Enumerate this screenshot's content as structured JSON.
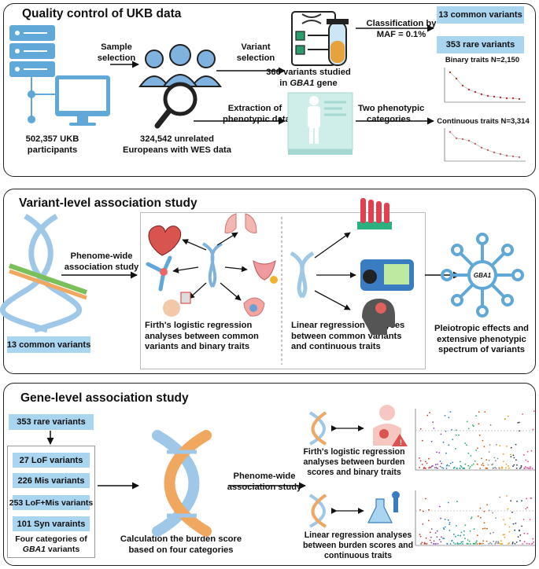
{
  "panel1": {
    "title": "Quality control of UKB data",
    "sample_selection": [
      "Sample",
      "selection"
    ],
    "ukb_participants": [
      "502,357 UKB",
      "participants"
    ],
    "unrelated_europeans": [
      "324,542 unrelated",
      "Europeans with WES data"
    ],
    "variant_selection": [
      "Variant",
      "selection"
    ],
    "variants_studied": "366  variants studied",
    "in_gene_prefix": "in ",
    "gene": "GBA1",
    "gene_suffix": " gene",
    "classification": [
      "Classification by",
      "MAF = 0.1%"
    ],
    "common_box": "13 common variants",
    "rare_box": "353 rare variants",
    "extraction": [
      "Extraction of",
      "phenotypic data"
    ],
    "two_categories": [
      "Two phenotypic",
      "categories"
    ],
    "binary_traits": "Binary traits N=2,150",
    "continuous_traits": "Continuous traits N=3,314"
  },
  "panel2": {
    "title": "Variant-level association study",
    "phewas": [
      "Phenome-wide",
      "association study"
    ],
    "common_box": "13 common variants",
    "firth_text": [
      "Firth's logistic regression",
      "analyses between common",
      "variants and binary traits"
    ],
    "linear_text": [
      "Linear regression analyses",
      "between common variants",
      "and continuous traits"
    ],
    "hub_label": "GBA1",
    "pleiotropic": [
      "Pleiotropic effects and",
      "extensive phenotypic",
      "spectrum of variants"
    ]
  },
  "panel3": {
    "title": "Gene-level association study",
    "rare_box": "353 rare variants",
    "categories": [
      "27 LoF variants",
      "226 Mis variants",
      "253 LoF+Mis variants",
      "101 Syn varaints"
    ],
    "four_categories": "Four categories of",
    "four_categories_gene": "GBA1",
    "four_categories_suffix": " variants",
    "burden": [
      "Calculation the burden score",
      "based on four categories"
    ],
    "phewas": [
      "Phenome-wide",
      "association study"
    ],
    "firth_text": [
      "Firth's logistic regression",
      "analyses between burden",
      "scores and binary traits"
    ],
    "linear_text": [
      "Linear regression analyses",
      "between burden scores and",
      "continuous traits"
    ]
  },
  "colors": {
    "box_blue": "#a9d5f1",
    "icon_blue": "#5fa8d8",
    "dna_blue": "#9fc8e8",
    "dna_orange": "#f0a860",
    "dna_green": "#7bbf5a",
    "people_blue": "#7fb2df"
  }
}
